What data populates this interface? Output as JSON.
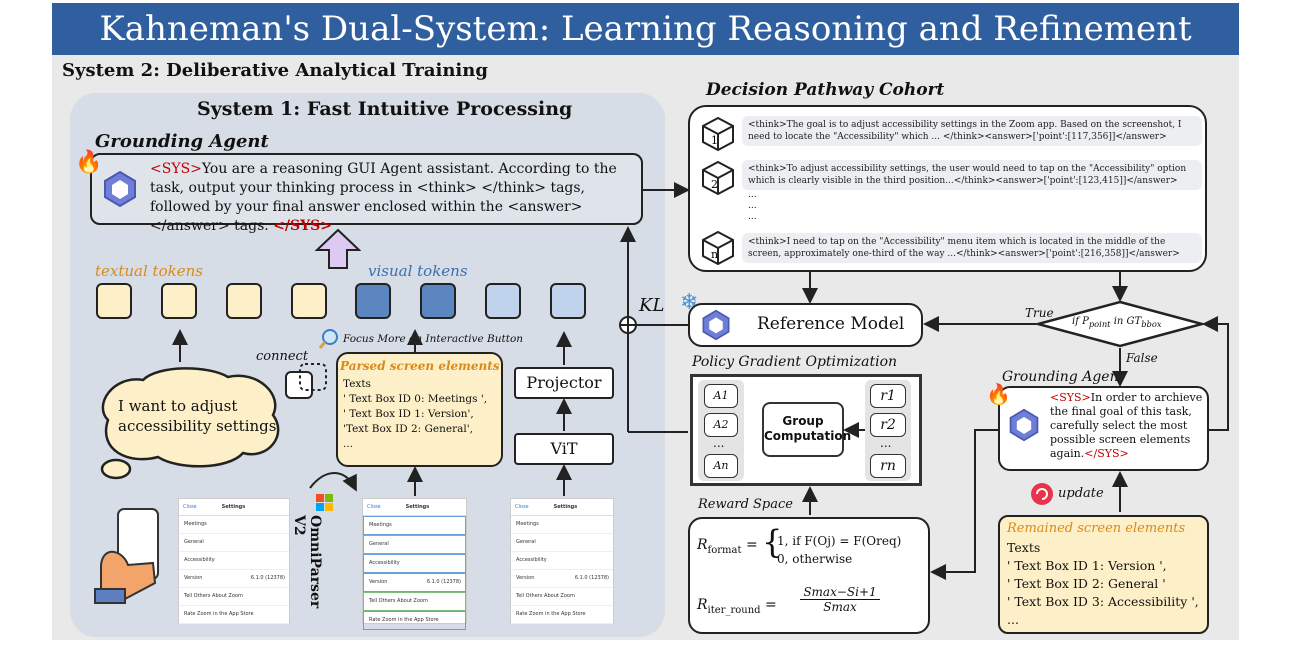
{
  "header": {
    "title": "Kahneman's Dual-System: Learning Reasoning and Refinement"
  },
  "system2": {
    "label": "System 2: Deliberative Analytical Training"
  },
  "system1": {
    "label": "System 1: Fast Intuitive Processing",
    "grounding_agent": {
      "title": "Grounding Agent",
      "sys_open": "<SYS>",
      "prompt": "You are a reasoning GUI Agent assistant. According to the task, output your  thinking process in <think> </think> tags, followed by your final answer enclosed within the <answer></answer> tags.",
      "sys_close": "</SYS>"
    },
    "textual_tokens_label": "textual tokens",
    "visual_tokens_label": "visual tokens",
    "focus_label": "Focus More on Interactive  Button",
    "connect_label": "connect",
    "thought_bubble": "I want to adjust accessibility settings",
    "parsed": {
      "title": "Parsed screen elements",
      "heading": "Texts",
      "items": [
        "' Text Box ID 0: Meetings ',",
        "' Text Box ID 1: Version',",
        "'Text Box ID 2: General',",
        "..."
      ]
    },
    "projector_label": "Projector",
    "vit_label": "ViT",
    "omniparser_label": "OmniParser V2",
    "screenshot": {
      "close": "Close",
      "title": "Settings",
      "rows": [
        "Meetings",
        "General",
        "Accessibility",
        "Version",
        "Tell Others About Zoom",
        "Rate Zoom in the App Store"
      ],
      "version_value": "6.1.0 (12378)"
    }
  },
  "cohort": {
    "title": "Decision Pathway Cohort",
    "paths": [
      {
        "icon": "1",
        "text": "<think>The goal is to adjust accessibility settings in the Zoom app. Based on the screenshot, I need to locate the \"Accessibility\"  which ... </think><answer>['point':[117,356]]</answer>"
      },
      {
        "icon": "2",
        "text": "<think>To adjust accessibility settings, the user would need to tap on the \"Accessibility\" option which is clearly visible in the third position...</think><answer>['point':[123,415]]</answer>"
      },
      {
        "icon": "n",
        "text": "<think>I need to tap on the \"Accessibility\" menu item which is located in the middle of the screen, approximately one-third of the way ...</think><answer>['point':[216,358]]</answer>"
      }
    ],
    "ellipsis": [
      "...",
      "...",
      "..."
    ]
  },
  "kl_label": "KL",
  "reference_model": "Reference Model",
  "policy": {
    "title": "Policy Gradient  Optimization",
    "a_labels": [
      "A1",
      "A2",
      "...",
      "An"
    ],
    "r_labels": [
      "r1",
      "r2",
      "...",
      "rn"
    ],
    "group_label": "Group Computation"
  },
  "reward": {
    "title": "Reward Space",
    "format_lhs": "R",
    "format_sub": "format",
    "case1": "1,  if F(Oj) = F(Oreq)",
    "case2": "0,  otherwise",
    "iter_lhs": "R",
    "iter_sub": "iter_round",
    "iter_num": "Smax−Si+1",
    "iter_den": "Smax"
  },
  "decision": {
    "condition": "if P",
    "sub1": "point",
    "mid": " in GT",
    "sub2": "bbox",
    "true_label": "True",
    "false_label": "False"
  },
  "grounding_agent2": {
    "title": "Grounding Agent",
    "sys_open": "<SYS>",
    "text": "In order to archieve the final goal of this task, carefully  select the most possible screen elements again.",
    "sys_close": "</SYS>"
  },
  "update_label": "update",
  "remained": {
    "title": "Remained  screen elements",
    "heading": "Texts",
    "items": [
      "' Text Box ID 1: Version ',",
      "' Text Box ID 2: General '",
      "' Text Box ID 3: Accessibility ',",
      "..."
    ]
  },
  "colors": {
    "banner": "#2f5f9e",
    "red": "#c00000",
    "token_yellow": "#fdf0c8",
    "token_blue": "#5b86c0",
    "token_lightblue": "#bfd4ec",
    "orange": "#d98a1a",
    "blue_label": "#3a6fb0"
  }
}
